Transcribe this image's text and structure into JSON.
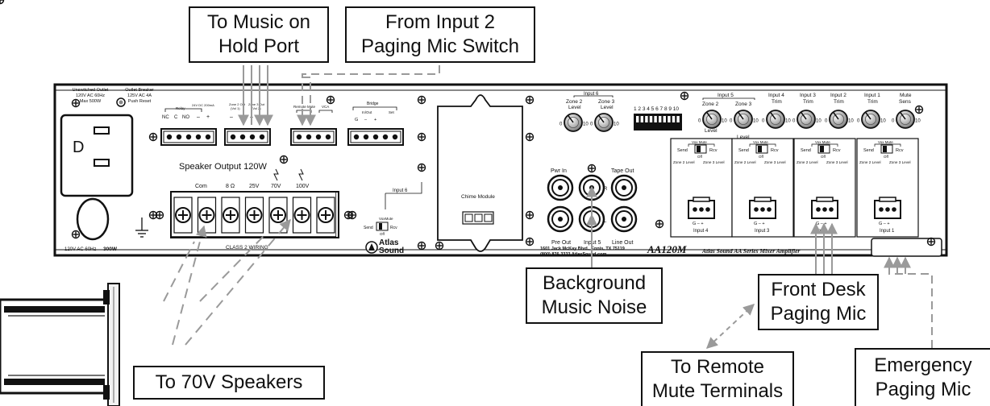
{
  "callouts": {
    "music_on_hold": [
      "To Music on",
      "Hold Port"
    ],
    "input2_switch": [
      "From Input 2",
      "Paging Mic Switch"
    ],
    "speakers_70v": [
      "To 70V Speakers"
    ],
    "background_noise": [
      "Background",
      "Music Noise"
    ],
    "front_desk_mic": [
      "Front Desk",
      "Paging Mic"
    ],
    "remote_mute": [
      "To Remote",
      "Mute Terminals"
    ],
    "emergency_mic": [
      "Emergency",
      "Paging Mic"
    ]
  },
  "panel": {
    "unswitched_outlet": [
      "Unswitched Outlet",
      "120V  AC  60Hz",
      "Max 500W"
    ],
    "outlet_breaker": [
      "Outlet Breaker",
      "125V AC 4A",
      "Push Reset"
    ],
    "outlet_letter": "D",
    "power_rating": "120V  AC  60Hz",
    "power_watts": "300W",
    "relay": "Relay",
    "relay_pins": [
      "NC",
      "C",
      "NO"
    ],
    "relay_24v": "24V DC 200mA",
    "zone2_out": [
      "Zone 2 Out",
      "(Vol 1)"
    ],
    "zone3_out": [
      "Zone 3 Out",
      "(Vol 2)"
    ],
    "remote_mute": "Remote Mute",
    "vca": "VCA",
    "bridge": "Bridge",
    "inout": "In/Out",
    "set": "Set",
    "bridge_pins": [
      "G",
      "–",
      "+"
    ],
    "speaker_output": "Speaker Output 120W",
    "terminal_labels": [
      "Com",
      "8 Ω",
      "25V",
      "70V",
      "100V"
    ],
    "class2": "CLASS 2 WIRING",
    "input6": "Input 6",
    "vox_mute": "VoxMute",
    "send": "Send",
    "rcv": "Rcv",
    "off": "Off",
    "chime_module": "Chime Module",
    "input6_levels": [
      "Zone 2",
      "Level",
      "Zone 3",
      "Level"
    ],
    "pwr_in": "Pwr In",
    "tape_out": "Tape Out",
    "pre_out": "Pre Out",
    "input5": "Input 5",
    "line_out": "Line Out",
    "r": "R",
    "l": "L",
    "address": "1601 Jack McKay Blvd., Ennis, TX 75119",
    "phone": "(800) 876-3333 AtlasSound.com",
    "brand": [
      "Atlas",
      "Sound"
    ],
    "dip_numbers": "1 2 3 4 5 6 7 8 9 10",
    "input5_group": "Input 5",
    "zone2_level": [
      "Zone 2",
      "Level"
    ],
    "zone3_level": [
      "Zone 3",
      "Level"
    ],
    "input4_trim": [
      "Input 4",
      "Trim"
    ],
    "input3_trim": [
      "Input 3",
      "Trim"
    ],
    "input2_trim": [
      "Input 2",
      "Trim"
    ],
    "input1_trim": [
      "Input 1",
      "Trim"
    ],
    "mute_sens": [
      "Mute",
      "Sens"
    ],
    "vox_mute_small": "Vox Mute",
    "zone2_level_small": "Zone 2 Level",
    "zone3_level_small": "Zone 3 Level",
    "channel_names": [
      "Input 4",
      "Input 3",
      "Input 2",
      "Input 1"
    ],
    "gmp": [
      "G",
      "–",
      "+"
    ],
    "model": "AA120M",
    "model_desc": "Atlas Sound AA Series Mixer Amplifier",
    "knob_min": "0",
    "knob_max": "10"
  }
}
